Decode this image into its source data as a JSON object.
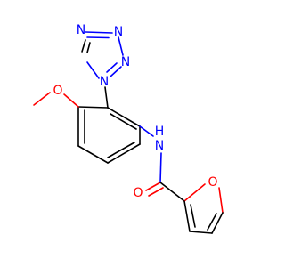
{
  "molecule": {
    "atoms": {
      "tetrazole_n_a": "N",
      "tetrazole_n_b": "N",
      "tetrazole_n_c": "N",
      "tetrazole_n1": "N",
      "methoxy_o": "O",
      "amide_n": "N",
      "amide_h": "H",
      "carbonyl_o": "O",
      "furan_o": "O"
    },
    "colors": {
      "nitrogen": "#0000ff",
      "oxygen": "#ff0000",
      "carbon_bond": "#000000",
      "background": "#ffffff"
    }
  }
}
